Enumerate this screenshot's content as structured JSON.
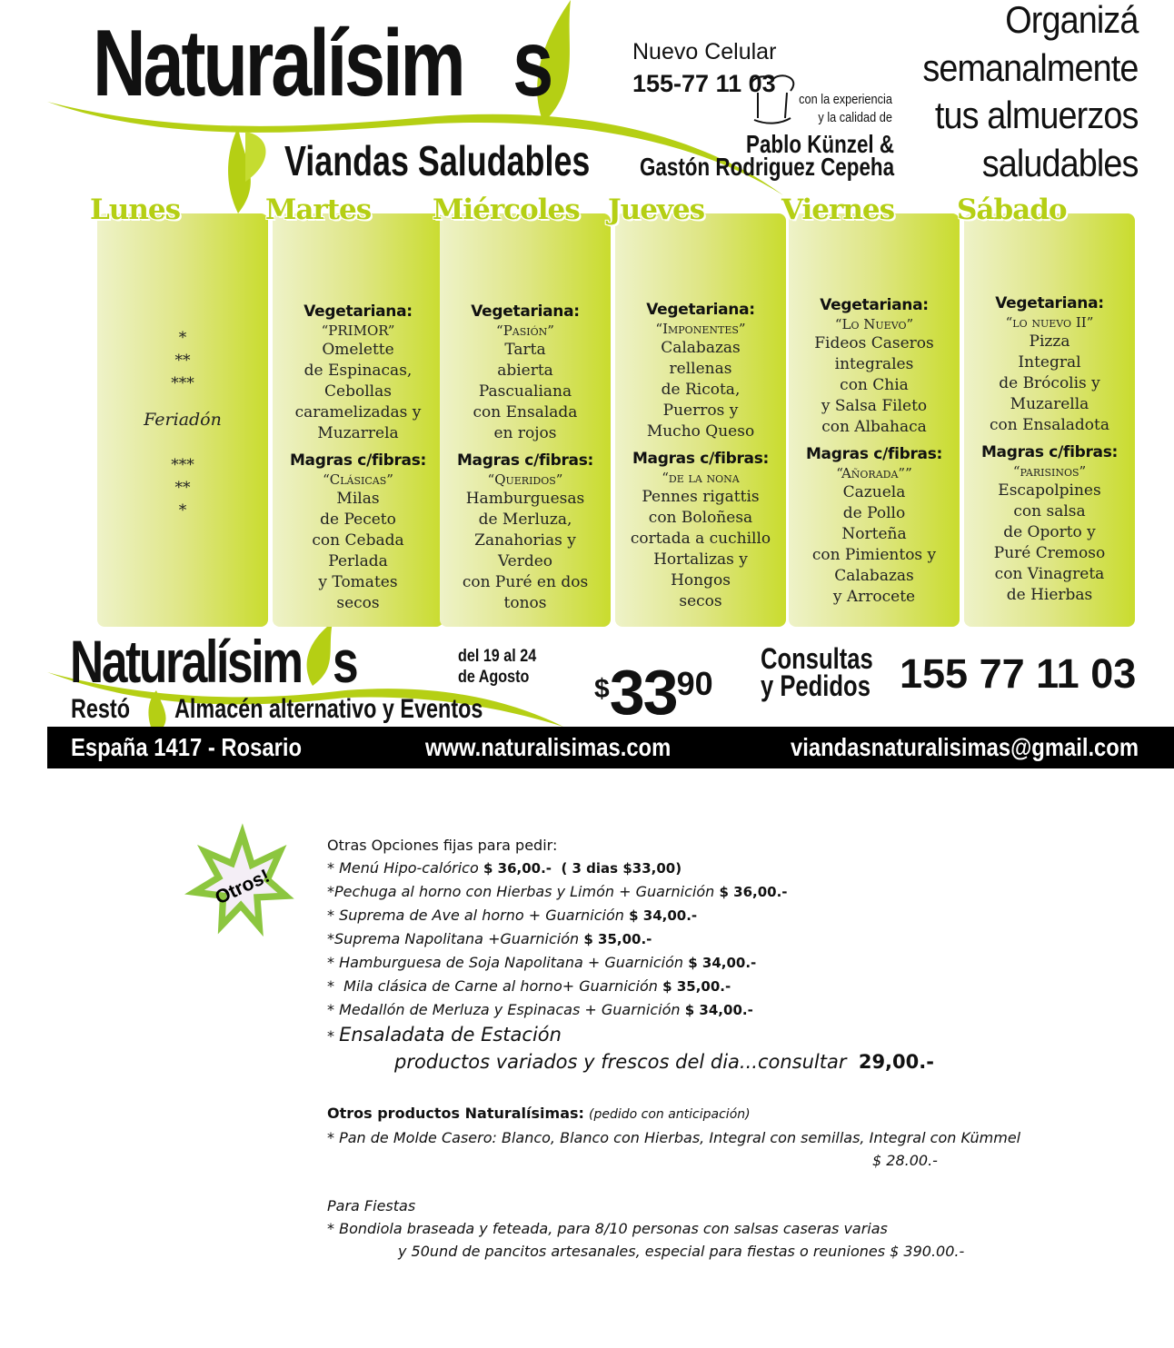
{
  "header": {
    "logo_part1": "Naturalísim",
    "logo_part2": "s",
    "subtitle": "Viandas Saludables",
    "cell_label": "Nuevo Celular",
    "cell_number": "155-77 11 03",
    "experience_line1": "con la experiencia",
    "experience_line2": "y la calidad de",
    "chef_line1": "Pablo Künzel &",
    "chef_line2": "Gastón Rodriguez Cepeha",
    "slogan": [
      "Organizá",
      "semanalmente",
      "tus almuerzos",
      "saludables"
    ]
  },
  "colors": {
    "accent": "#b5cf14",
    "black": "#000000"
  },
  "days": [
    {
      "name": "Lunes",
      "holiday": true,
      "lines": [
        "*",
        "**",
        "***",
        "Feriadón",
        "***",
        "**",
        "*"
      ]
    },
    {
      "name": "Martes",
      "veg_label": "Vegetariana:",
      "veg_name": "“PRIMOR”",
      "veg_lines": [
        "Omelette",
        "de Espinacas,",
        "Cebollas",
        "caramelizadas y",
        "Muzarrela"
      ],
      "mag_label": "Magras c/fibras:",
      "mag_name": "“Clásicas”",
      "mag_lines": [
        "Milas",
        "de Peceto",
        "con Cebada",
        "Perlada",
        "y Tomates",
        "secos"
      ]
    },
    {
      "name": "Miércoles",
      "veg_label": "Vegetariana:",
      "veg_name": "“Pasión”",
      "veg_lines": [
        "Tarta",
        "abierta",
        "Pascualiana",
        "con Ensalada",
        "en rojos"
      ],
      "mag_label": "Magras c/fibras:",
      "mag_name": "“Queridos”",
      "mag_lines": [
        "Hamburguesas",
        "de Merluza,",
        "Zanahorias y",
        "Verdeo",
        "con Puré en dos",
        "tonos"
      ]
    },
    {
      "name": "Jueves",
      "veg_label": "Vegetariana:",
      "veg_name": "“Imponentes”",
      "veg_lines": [
        "Calabazas",
        "rellenas",
        "de Ricota,",
        "Puerros y",
        "Mucho Queso"
      ],
      "mag_label": "Magras c/fibras:",
      "mag_name": "“de la nona",
      "mag_lines": [
        "Pennes rigattis",
        "con Boloñesa",
        "cortada a cuchillo",
        "Hortalizas y",
        "Hongos",
        "secos"
      ]
    },
    {
      "name": "Viernes",
      "veg_label": "Vegetariana:",
      "veg_name": "“Lo Nuevo”",
      "veg_lines": [
        "Fideos Caseros",
        "integrales",
        "con Chia",
        "y Salsa Fileto",
        "con Albahaca"
      ],
      "mag_label": "Magras c/fibras:",
      "mag_name": "“Añorada””",
      "mag_lines": [
        "Cazuela",
        "de Pollo",
        "Norteña",
        "con Pimientos y",
        "Calabazas",
        "y Arrocete"
      ]
    },
    {
      "name": "Sábado",
      "veg_label": "Vegetariana:",
      "veg_name": "“lo nuevo II”",
      "veg_lines": [
        "Pizza",
        "Integral",
        "de Brócolis y",
        "Muzarella",
        "con Ensaladota"
      ],
      "mag_label": "Magras c/fibras:",
      "mag_name": "“parisinos”",
      "mag_lines": [
        "Escapolpines",
        "con salsa",
        "de Oporto y",
        "Puré Cremoso",
        "con Vinagreta",
        "de Hierbas"
      ]
    }
  ],
  "footer": {
    "logo_part1": "Naturalísim",
    "logo_part2": "s",
    "resto": "Restó",
    "tagline": "Almacén alternativo y Eventos",
    "date_line1": "del 19 al 24",
    "date_line2": "de Agosto",
    "price_currency": "$",
    "price_main": "33",
    "price_cents": "90",
    "consultas_line1": "Consultas",
    "consultas_line2": "y Pedidos",
    "phone": "155 77 11 03",
    "address": "España 1417 - Rosario",
    "website": "www.naturalisimas.com",
    "email": "viandasnaturalisimas@gmail.com"
  },
  "others": {
    "badge": "Otros!",
    "intro": "Otras Opciones fijas para pedir:",
    "items": [
      {
        "prefix": "* ",
        "text": "Menú Hipo-calórico",
        "price": " $ 36,00.-  ( 3 dias $33,00)"
      },
      {
        "prefix": "*",
        "text": "Pechuga al horno con Hierbas y Limón + Guarnición",
        "price": " $ 36,00.-"
      },
      {
        "prefix": "* ",
        "text": "Suprema de Ave al horno + Guarnición",
        "price": " $ 34,00.-"
      },
      {
        "prefix": "*",
        "text": "Suprema Napolitana +Guarnición",
        "price": " $ 35,00.-"
      },
      {
        "prefix": "* ",
        "text": "Hamburguesa de Soja Napolitana + Guarnición",
        "price": " $ 34,00.-"
      },
      {
        "prefix": "*  ",
        "text": "Mila clásica de Carne al horno+  Guarnición",
        "price": " $ 35,00.-"
      },
      {
        "prefix": "* ",
        "text": "Medallón de Merluza y Espinacas + Guarnición",
        "price": " $ 34,00.-"
      }
    ],
    "salad_title": "Ensaladata de Estación",
    "salad_desc": "productos variados y frescos del dia...consultar",
    "salad_price": "29,00.-",
    "products_title": "Otros productos Naturalísimas:",
    "products_note": "(pedido con anticipación)",
    "bread": "* Pan de Molde Casero: Blanco, Blanco con Hierbas, Integral con semillas, Integral con Kümmel",
    "bread_price": "$ 28.00.-",
    "party_title": "Para Fiestas",
    "party_line1": "* Bondiola braseada y feteada, para 8/10 personas con salsas caseras varias",
    "party_line2": "y 50und de pancitos artesanales, especial para fiestas o reuniones $ 390.00.-"
  }
}
